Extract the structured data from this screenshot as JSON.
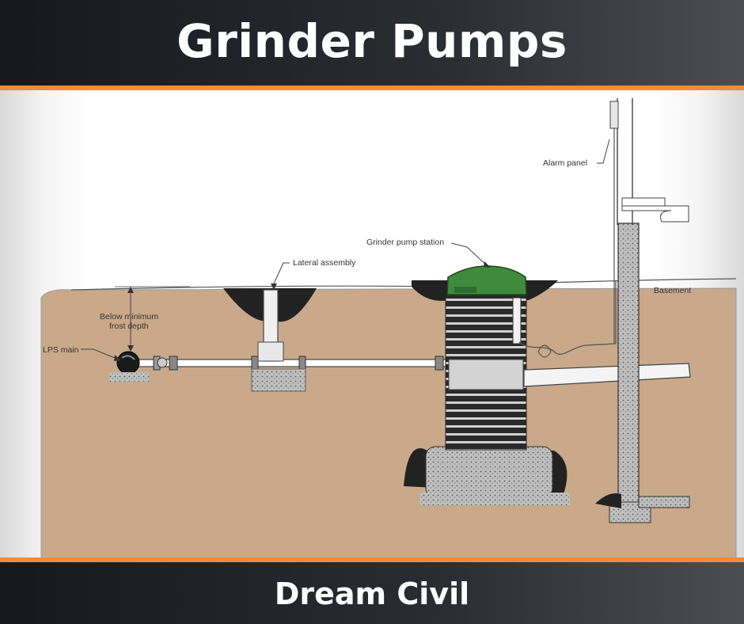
{
  "header": {
    "title": "Grinder Pumps"
  },
  "footer": {
    "brand": "Dream Civil"
  },
  "colors": {
    "accent_orange": "#f08a3c",
    "soil": "#c9a98a",
    "pump_lid": "#3f8a3c",
    "header_bg": "#1c2024"
  },
  "diagram": {
    "labels": {
      "alarm_panel": "Alarm panel",
      "grinder_pump_station": "Grinder pump station",
      "lateral_assembly": "Lateral assembly",
      "basement": "Basement",
      "frost_depth": [
        "Below minimum",
        "frost depth"
      ],
      "lps_main": "LPS main"
    }
  }
}
